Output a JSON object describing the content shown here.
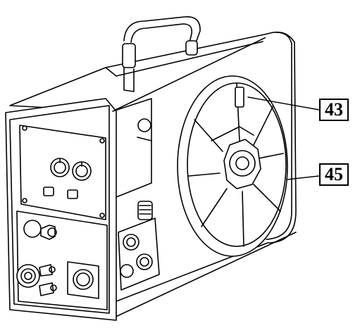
{
  "figure": {
    "subject": "wire-feeder-unit-illustration",
    "line_color": "#000000",
    "background": "#ffffff"
  },
  "callouts": [
    {
      "id": "43",
      "label": "43",
      "target": "wire-spool-holder"
    },
    {
      "id": "45",
      "label": "45",
      "target": "spool-housing"
    }
  ]
}
